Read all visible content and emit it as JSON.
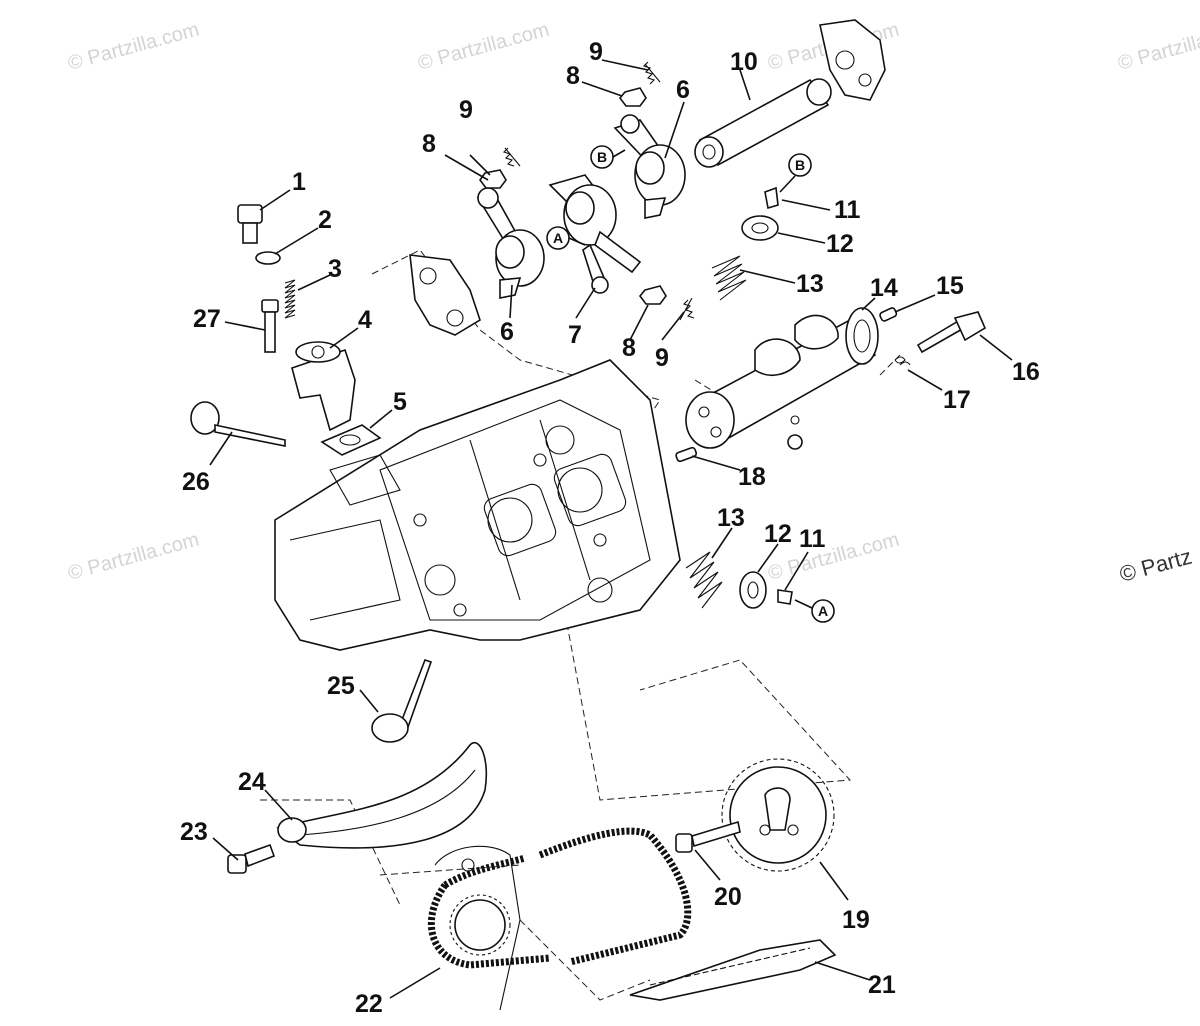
{
  "watermark": {
    "text": "© Partzilla.com",
    "side_text": "© Partz"
  },
  "callouts": [
    "1",
    "2",
    "3",
    "4",
    "5",
    "6",
    "6",
    "7",
    "8",
    "8",
    "8",
    "9",
    "9",
    "9",
    "10",
    "11",
    "11",
    "12",
    "12",
    "13",
    "13",
    "14",
    "15",
    "16",
    "17",
    "18",
    "19",
    "20",
    "21",
    "22",
    "23",
    "24",
    "25",
    "26",
    "27"
  ],
  "reference_markers": {
    "a": "A",
    "b": "B"
  }
}
